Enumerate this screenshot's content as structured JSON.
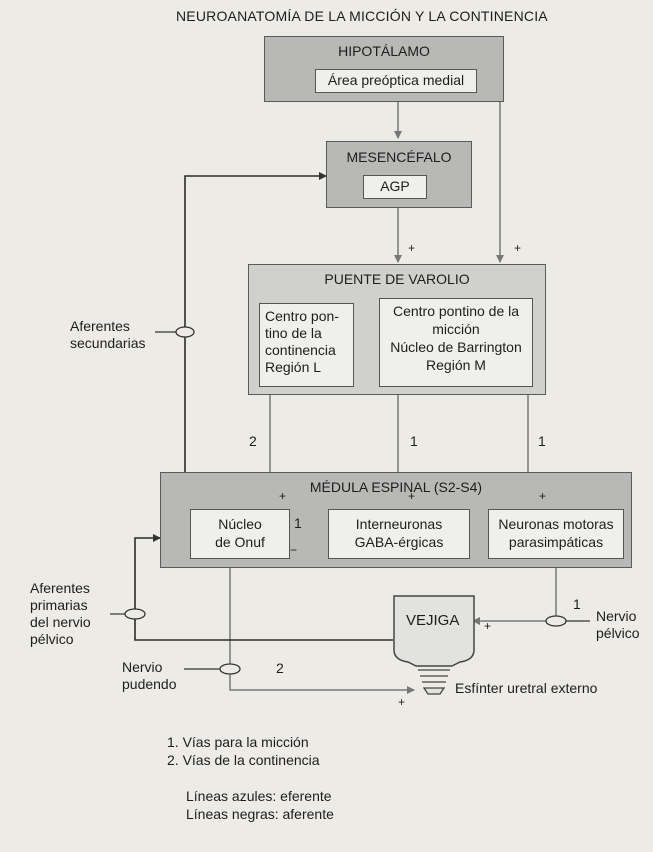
{
  "title": "NEUROANATOMÍA DE LA MICCIÓN Y LA CONTINENCIA",
  "nodes": {
    "hipotalamo": "HIPOTÁLAMO",
    "area_preoptica": "Área preóptica medial",
    "mesencefalo": "MESENCÉFALO",
    "agp": "AGP",
    "puente": "PUENTE DE VAROLIO",
    "centro_continencia": "Centro pon-\ntino de la\ncontinencia\nRegión L",
    "centro_miccion": "Centro pontino de la\nmicción\nNúcleo de Barrington\nRegión M",
    "medula": "MÉDULA ESPINAL (S2-S4)",
    "onuf": "Núcleo\nde Onuf",
    "interneuronas": "Interneuronas\nGABA-érgicas",
    "motoras": "Neuronas motoras\nparasimpáticas",
    "vejiga": "VEJIGA",
    "esfinter": "Esfínter uretral externo"
  },
  "labels": {
    "aferentes_secundarias": "Aferentes\nsecundarias",
    "aferentes_primarias": "Aferentes\nprimarias\ndel nervio\npélvico",
    "nervio_pudendo": "Nervio\npudendo",
    "nervio_pelvico": "Nervio\npélvico"
  },
  "path_numbers": {
    "continencia_down": "2",
    "interneuronas_down": "1",
    "motoras_down": "1",
    "inter_to_onuf": "1",
    "pelvico": "1",
    "pudendo": "2"
  },
  "signs": {
    "plus": "+",
    "minus": "−"
  },
  "legend": {
    "item1": "1. Vías para la micción",
    "item2": "2. Vías de la continencia",
    "color_blue": "Líneas azules: eferente",
    "color_black": "Líneas negras: aferente"
  }
}
